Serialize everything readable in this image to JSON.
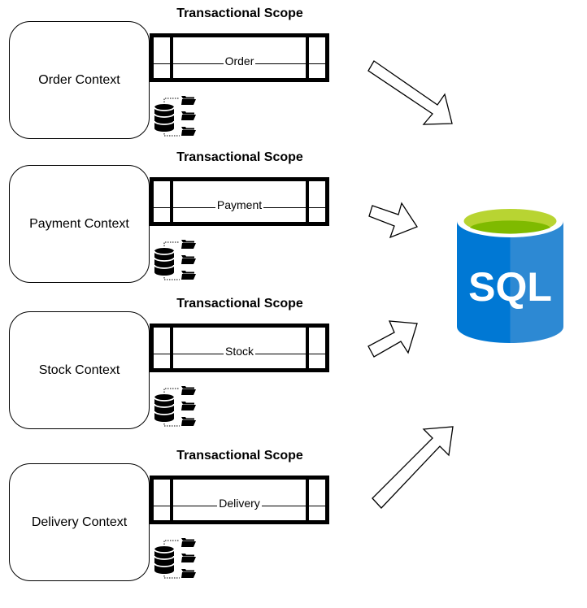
{
  "diagram": {
    "scope_label": "Transactional Scope",
    "contexts": [
      {
        "context_label": "Order Context",
        "transaction_name": "Order"
      },
      {
        "context_label": "Payment Context",
        "transaction_name": "Payment"
      },
      {
        "context_label": "Stock Context",
        "transaction_name": "Stock"
      },
      {
        "context_label": "Delivery Context",
        "transaction_name": "Delivery"
      }
    ],
    "target": {
      "label": "SQL",
      "icon": "sql-database-icon",
      "colors": {
        "body_left": "#0078D4",
        "body_right": "#2D89D3",
        "top_rim": "#ffffff",
        "top_fill": "#B8D432",
        "top_inner": "#7FBA00"
      }
    },
    "icons": {
      "storage": "database-icon",
      "folder": "folder-icon",
      "arrow": "block-arrow-icon"
    }
  }
}
